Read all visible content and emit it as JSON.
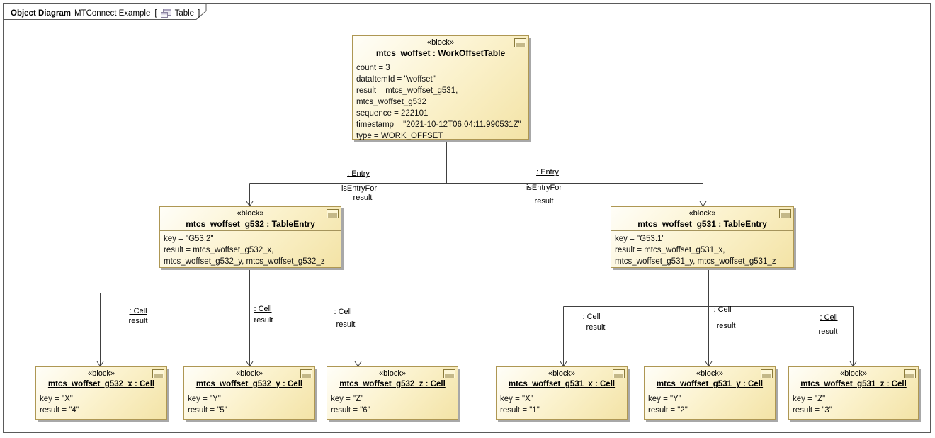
{
  "frame": {
    "kind": "Object Diagram",
    "title": "MTConnect Example",
    "context_open": "[",
    "context_ref": "Table",
    "context_close": "]"
  },
  "colors": {
    "block_border": "#ae9753",
    "block_fill_light": "#fffef8",
    "block_fill_dark": "#f3e3a6",
    "block_shadow": "#a8a8a8",
    "frame_border": "#5a5a5a",
    "connector": "#404040"
  },
  "blocks": [
    {
      "stereotype": "«block»",
      "name": "mtcs_woffset : WorkOffsetTable",
      "attributes": [
        "count = 3",
        "dataItemId = \"woffset\"",
        "result = mtcs_woffset_g531,",
        "mtcs_woffset_g532",
        "sequence = 222101",
        "timestamp = \"2021-10-12T06:04:11.990531Z\"",
        "type = WORK_OFFSET"
      ]
    },
    {
      "stereotype": "«block»",
      "name": "mtcs_woffset_g532 : TableEntry",
      "attributes": [
        "key = \"G53.2\"",
        "result = mtcs_woffset_g532_x,",
        "mtcs_woffset_g532_y, mtcs_woffset_g532_z"
      ]
    },
    {
      "stereotype": "«block»",
      "name": "mtcs_woffset_g531 : TableEntry",
      "attributes": [
        "key = \"G53.1\"",
        "result = mtcs_woffset_g531_x,",
        "mtcs_woffset_g531_y, mtcs_woffset_g531_z"
      ]
    },
    {
      "stereotype": "«block»",
      "name": "mtcs_woffset_g532_x : Cell",
      "attributes": [
        "key = \"X\"",
        "result = \"4\""
      ]
    },
    {
      "stereotype": "«block»",
      "name": "mtcs_woffset_g532_y : Cell",
      "attributes": [
        "key = \"Y\"",
        "result = \"5\""
      ]
    },
    {
      "stereotype": "«block»",
      "name": "mtcs_woffset_g532_z : Cell",
      "attributes": [
        "key = \"Z\"",
        "result = \"6\""
      ]
    },
    {
      "stereotype": "«block»",
      "name": "mtcs_woffset_g531_x : Cell",
      "attributes": [
        "key = \"X\"",
        "result = \"1\""
      ]
    },
    {
      "stereotype": "«block»",
      "name": "mtcs_woffset_g531_y : Cell",
      "attributes": [
        "key = \"Y\"",
        "result = \"2\""
      ]
    },
    {
      "stereotype": "«block»",
      "name": "mtcs_woffset_g531_z : Cell",
      "attributes": [
        "key = \"Z\"",
        "result = \"3\""
      ]
    }
  ],
  "edges": [
    {
      "from": "mtcs_woffset",
      "to": "mtcs_woffset_g532",
      "name": ": Entry",
      "role": "isEntryFor",
      "end": "result"
    },
    {
      "from": "mtcs_woffset",
      "to": "mtcs_woffset_g531",
      "name": ": Entry",
      "role": "isEntryFor",
      "end": "result"
    },
    {
      "from": "mtcs_woffset_g532",
      "to": "mtcs_woffset_g532_x",
      "name": ": Cell",
      "end": "result"
    },
    {
      "from": "mtcs_woffset_g532",
      "to": "mtcs_woffset_g532_y",
      "name": ": Cell",
      "end": "result"
    },
    {
      "from": "mtcs_woffset_g532",
      "to": "mtcs_woffset_g532_z",
      "name": ": Cell",
      "end": "result"
    },
    {
      "from": "mtcs_woffset_g531",
      "to": "mtcs_woffset_g531_x",
      "name": ": Cell",
      "end": "result"
    },
    {
      "from": "mtcs_woffset_g531",
      "to": "mtcs_woffset_g531_y",
      "name": ": Cell",
      "end": "result"
    },
    {
      "from": "mtcs_woffset_g531",
      "to": "mtcs_woffset_g531_z",
      "name": ": Cell",
      "end": "result"
    }
  ]
}
